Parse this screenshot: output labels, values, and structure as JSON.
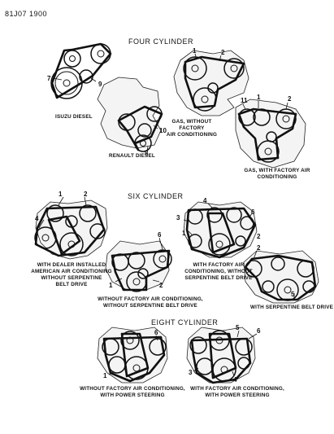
{
  "header": {
    "code": "81J07 1900"
  },
  "sections": {
    "four": "FOUR CYLINDER",
    "six": "SIX CYLINDER",
    "eight": "EIGHT CYLINDER"
  },
  "captions": {
    "isuzu": "ISUZU DIESEL",
    "renault": "RENAULT DIESEL",
    "gas_no_ac": [
      "GAS, WITHOUT",
      "FACTORY",
      "AIR CONDITIONING"
    ],
    "gas_ac": [
      "GAS, WITH FACTORY AIR",
      "CONDITIONING"
    ],
    "six_dealer_ac": [
      "WITH  DEALER INSTALLED",
      "AMERICAN AIR CONDITIONING",
      "WITHOUT SERPENTINE",
      "BELT DRIVE"
    ],
    "six_factory_ac": [
      "WITH FACTORY AIR",
      "CONDITIONING, WITHOUT",
      "SERPENTINE BELT DRIVE"
    ],
    "six_no_ac": [
      "WITHOUT FACTORY AIR CONDITIONING,",
      "WITHOUT SERPENTINE BELT DRIVE"
    ],
    "six_serpentine": "WITH SERPENTINE BELT DRIVE",
    "eight_no_ac": [
      "WITHOUT FACTORY AIR CONDITIONING,",
      "WITH POWER STEERING"
    ],
    "eight_ac": [
      "WITH FACTORY AIR CONDITIONING,",
      "WITH POWER STEERING"
    ]
  },
  "callouts": {
    "isuzu": [
      "7",
      "9"
    ],
    "renault": [
      "8",
      "10"
    ],
    "gas_no_ac": [
      "1",
      "2"
    ],
    "gas_ac": [
      "11",
      "1",
      "2"
    ],
    "six_dealer_ac": [
      "1",
      "2",
      "4"
    ],
    "six_no_ac": [
      "6",
      "1",
      "2"
    ],
    "six_factory_ac": [
      "4",
      "3",
      "1",
      "2",
      "6"
    ],
    "six_serpentine": [
      "2",
      "5"
    ],
    "eight_no_ac": [
      "1",
      "6"
    ],
    "eight_ac": [
      "3",
      "4",
      "5",
      "6"
    ]
  }
}
